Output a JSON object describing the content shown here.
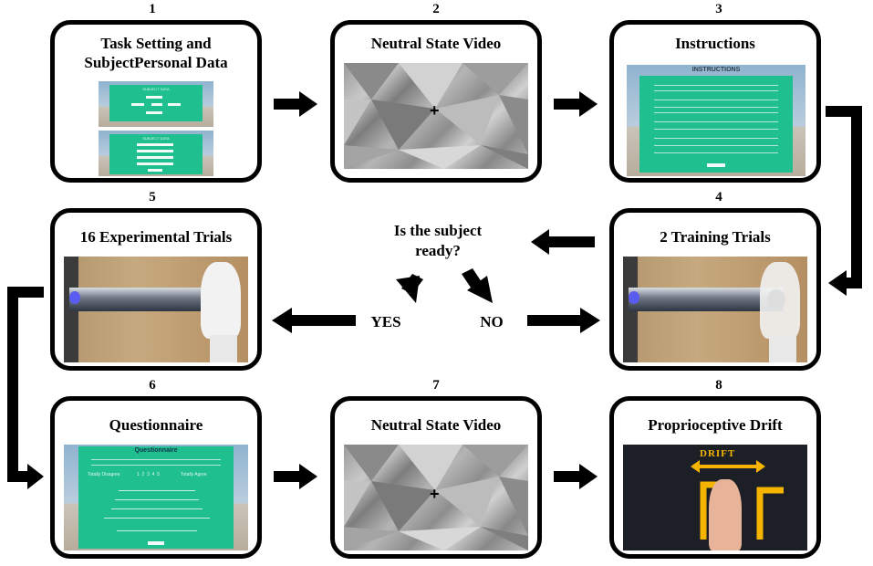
{
  "steps": [
    {
      "number": "1",
      "title_line1": "Task Setting and",
      "title_line2": "SubjectPersonal Data",
      "screen1_heading": "SUBJECT DATA",
      "screen2_heading": "SUBJECT DATA"
    },
    {
      "number": "2",
      "title": "Neutral State Video",
      "fixation": "+"
    },
    {
      "number": "3",
      "title": "Instructions",
      "screen_heading": "INSTRUCTIONS"
    },
    {
      "number": "4",
      "title": "2 Training Trials"
    },
    {
      "number": "5",
      "title": "16 Experimental Trials"
    },
    {
      "number": "6",
      "title": "Questionnaire",
      "screen_heading": "Questionnaire",
      "scale_left": "Totally Disagree",
      "scale_numbers": "1  2  3  4  5",
      "scale_right": "Totally Agree"
    },
    {
      "number": "7",
      "title": "Neutral State Video",
      "fixation": "+"
    },
    {
      "number": "8",
      "title": "Proprioceptive Drift",
      "drift_label": "DRIFT"
    }
  ],
  "decision": {
    "question_line1": "Is the subject",
    "question_line2": "ready?",
    "yes": "YES",
    "no": "NO"
  },
  "colors": {
    "arrow": "#000000",
    "screen_green": "#1fbf8f",
    "drift_yellow": "#f5b400"
  }
}
